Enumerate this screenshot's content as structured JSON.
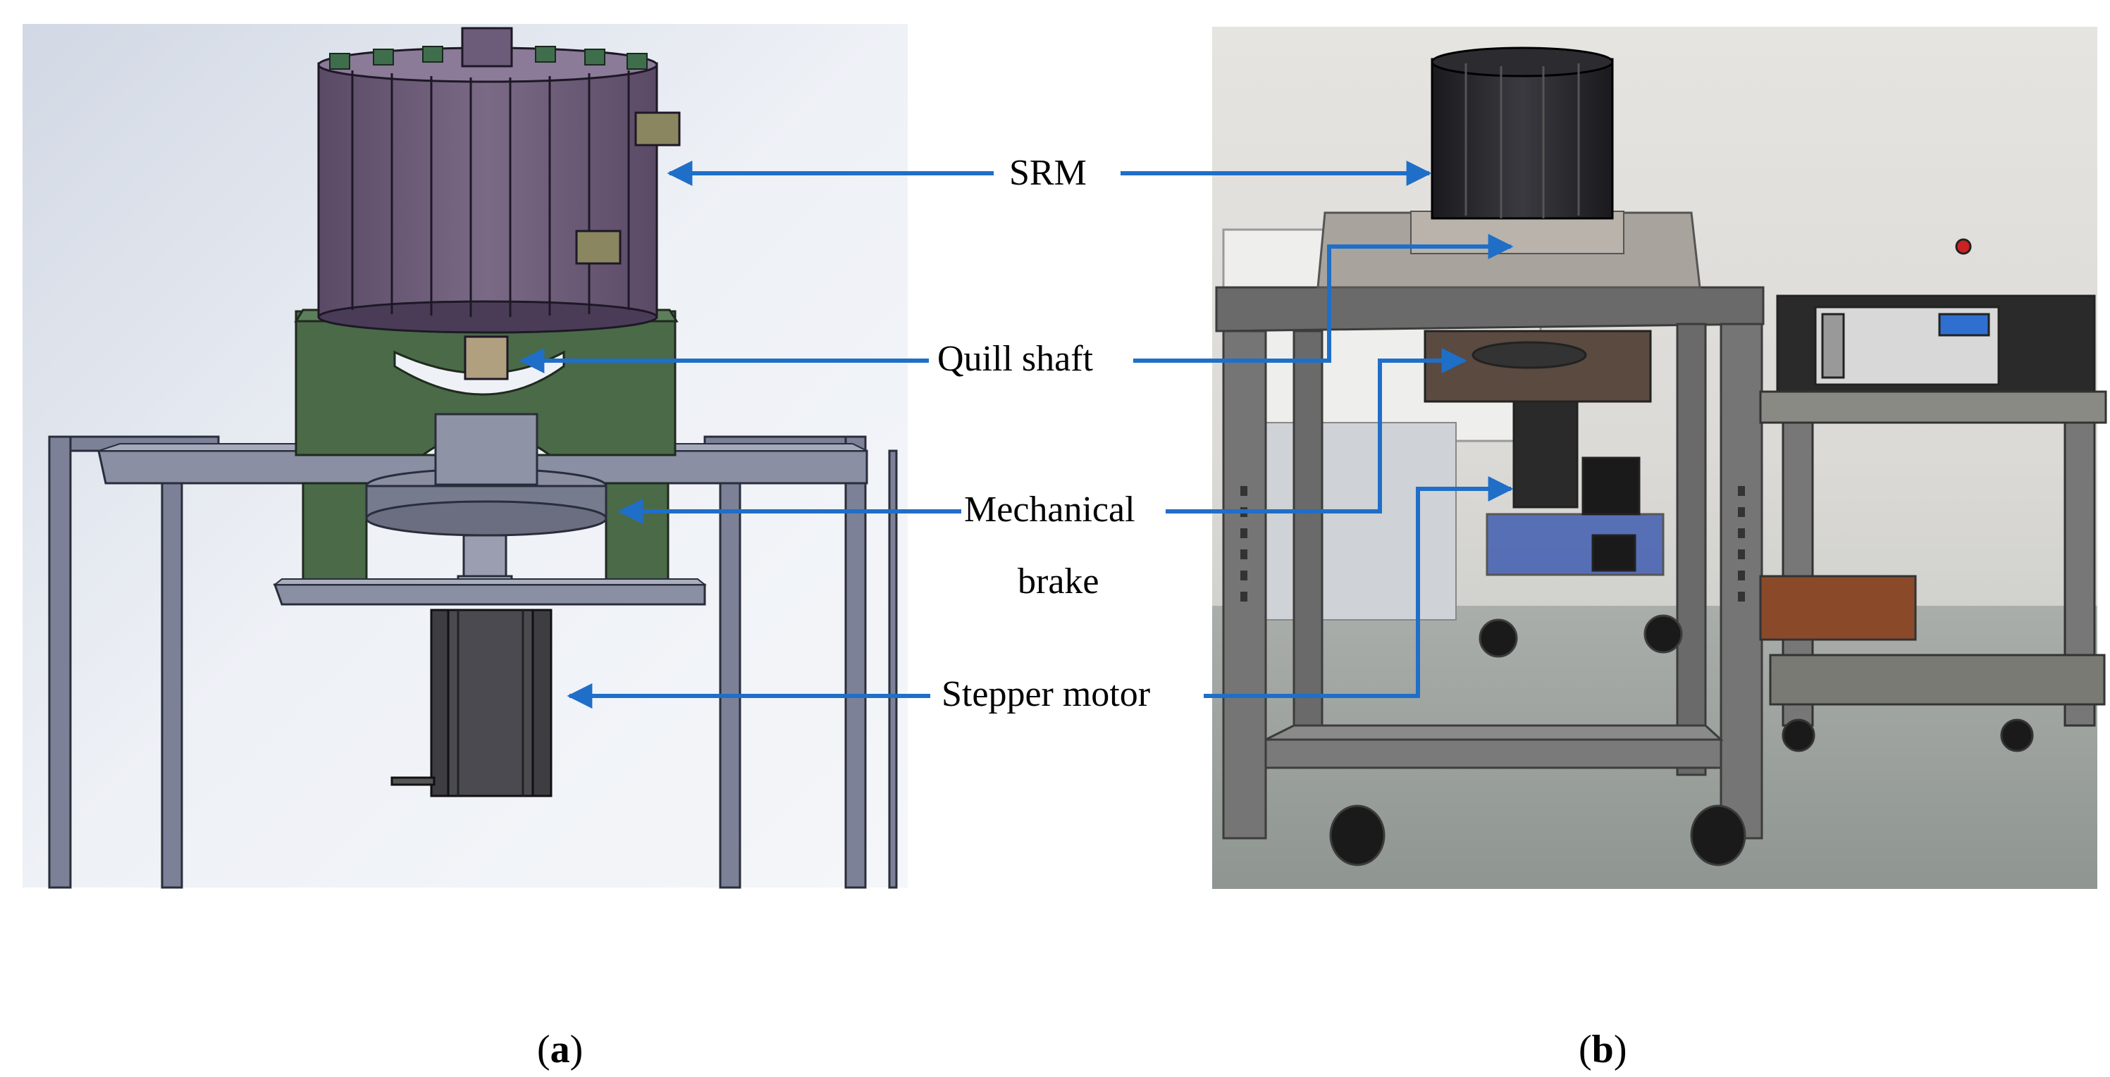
{
  "labels": {
    "srm": "SRM",
    "quill_shaft": "Quill shaft",
    "mechanical_brake_line1": "Mechanical",
    "mechanical_brake_line2": "brake",
    "stepper_motor": "Stepper motor"
  },
  "captions": {
    "a": "a",
    "b": "b"
  },
  "colors": {
    "arrow": "#1f6fc8",
    "motor_body": "#6d5a78",
    "bracket_green": "#4a6a48",
    "frame_steel": "#7a7f96",
    "cart_gray": "#6e6e6e",
    "stepper_dark": "#3e3e3e"
  }
}
